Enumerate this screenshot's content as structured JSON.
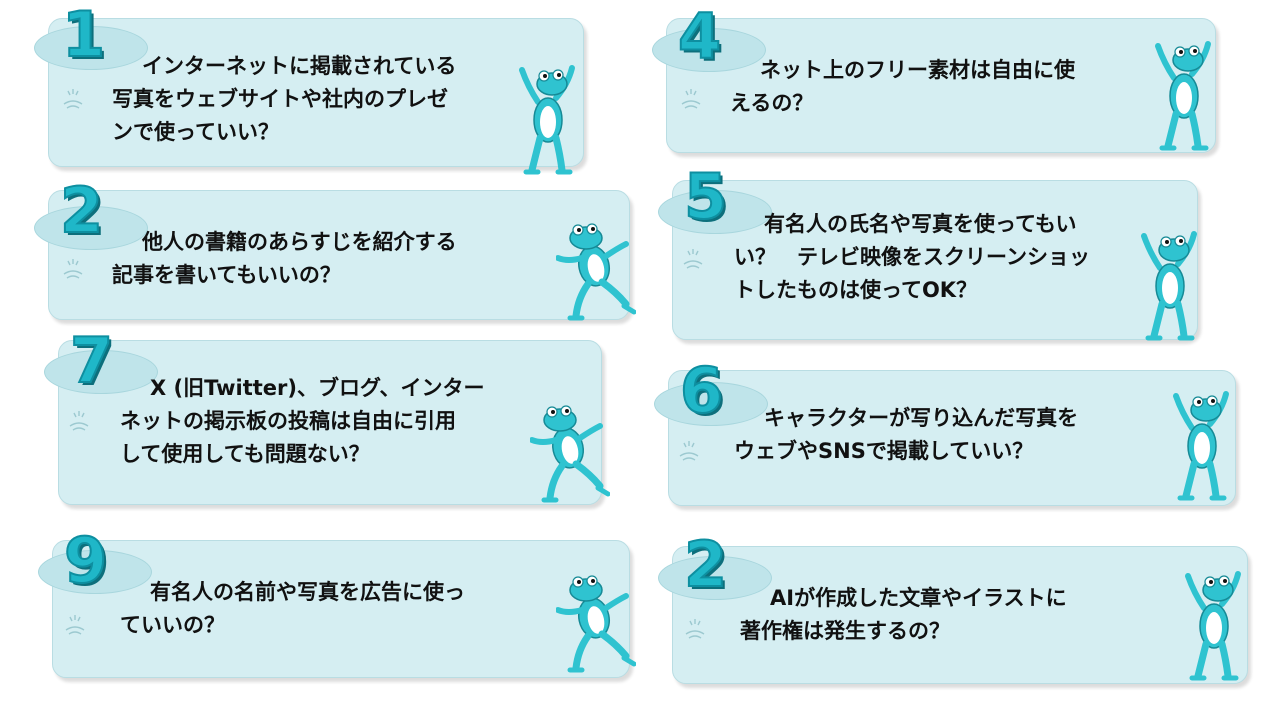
{
  "colors": {
    "card_bg": "#d5eef2",
    "number": "#1fb7c8",
    "frog": "#2fc3d0"
  },
  "cards": [
    {
      "number": "1",
      "lines": [
        "インターネットに掲載されている",
        "写真をウェブサイトや社内のプレゼ",
        "ンで使っていい？"
      ]
    },
    {
      "number": "4",
      "lines": [
        "ネット上のフリー素材は自由に使",
        "えるの？"
      ]
    },
    {
      "number": "2",
      "lines": [
        "他人の書籍のあらすじを紹介する",
        "記事を書いてもいいの？"
      ]
    },
    {
      "number": "5",
      "lines": [
        "有名人の氏名や写真を使ってもい",
        "い？　テレビ映像をスクリーンショッ",
        "トしたものは使ってOK？"
      ]
    },
    {
      "number": "7",
      "lines": [
        "X (旧Twitter)、ブログ、インター",
        "ネットの掲示板の投稿は自由に引用",
        "して使用しても問題ない？"
      ]
    },
    {
      "number": "6",
      "lines": [
        "キャラクターが写り込んだ写真を",
        "ウェブやSNSで掲載していい？"
      ]
    },
    {
      "number": "9",
      "lines": [
        "有名人の名前や写真を広告に使っ",
        "ていいの？"
      ]
    },
    {
      "number": "2",
      "lines": [
        "AIが作成した文章やイラストに",
        "著作権は発生するの？"
      ]
    }
  ]
}
